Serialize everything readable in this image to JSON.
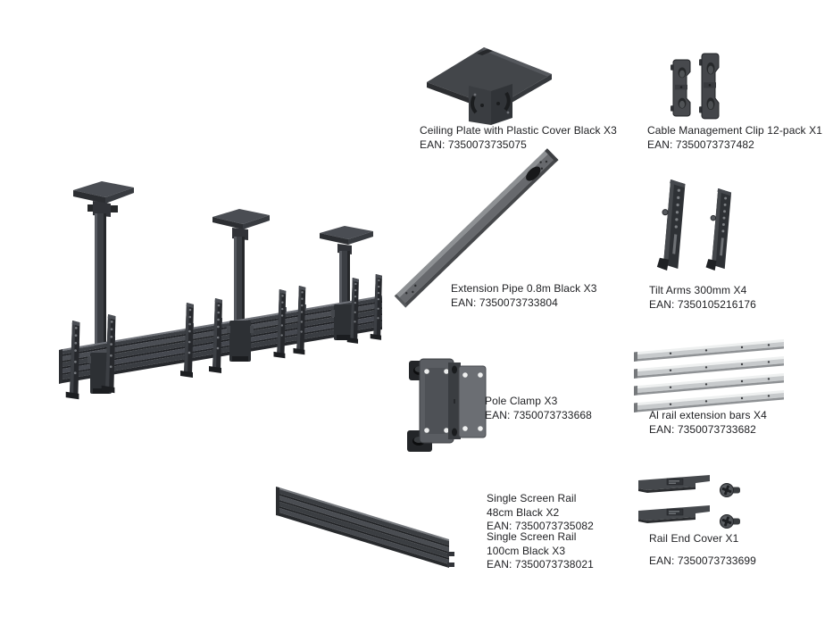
{
  "page": {
    "background": "#ffffff",
    "text_color": "#202124"
  },
  "colors": {
    "part_dark": "#3b3e43",
    "part_darker": "#26282c",
    "part_mid": "#55585d",
    "part_light": "#8d9093",
    "silver": "#c7cacc"
  },
  "parts": {
    "ceiling_plate": {
      "label": "Ceiling Plate with Plastic Cover Black X3",
      "ean": "EAN: 7350073735075"
    },
    "cable_clip": {
      "label": "Cable Management Clip 12-pack X1",
      "ean": "EAN: 7350073737482"
    },
    "extension_pipe": {
      "label": "Extension Pipe 0.8m Black X3",
      "ean": "EAN: 7350073733804"
    },
    "tilt_arms": {
      "label": "Tilt Arms 300mm X4",
      "ean": "EAN: 7350105216176"
    },
    "pole_clamp": {
      "label": "Pole Clamp X3",
      "ean": "EAN: 7350073733668"
    },
    "al_rail_bars": {
      "label": "Al rail extension bars X4",
      "ean": "EAN: 7350073733682"
    },
    "rail_48": {
      "line1": "Single Screen Rail",
      "line2": "48cm Black X2",
      "ean": "EAN: 7350073735082"
    },
    "rail_100": {
      "line1": "Single Screen Rail",
      "line2": "100cm Black X3",
      "ean": "EAN: 7350073738021"
    },
    "rail_end_cover": {
      "label": "Rail End Cover X1",
      "ean": "EAN: 7350073733699"
    }
  }
}
